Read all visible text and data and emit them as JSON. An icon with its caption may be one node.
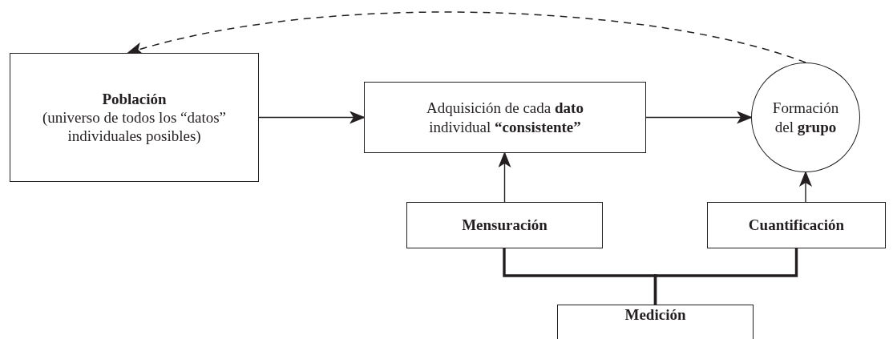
{
  "diagram": {
    "nodes": [
      {
        "text": [
          "Población",
          "(universo de todos los “datos” individuales posibles)"
        ]
      },
      {
        "text": [
          "Adquisición de cada **dato** individual **“consistente”**"
        ]
      },
      {
        "text": [
          "Formación del **grupo**"
        ]
      },
      {
        "text": [
          "Mensuración"
        ]
      },
      {
        "text": [
          "Cuantificación"
        ]
      },
      {
        "text": [
          "Medición"
        ]
      }
    ],
    "edges": [
      {
        "from": 0,
        "to": 1,
        "arrow": "to"
      },
      {
        "from": 1,
        "to": 2,
        "arrow": "to"
      },
      {
        "from": 3,
        "to": 1,
        "arrow": "to"
      },
      {
        "from": 4,
        "to": 2,
        "arrow": "to"
      },
      {
        "from": 5,
        "to": 3,
        "arrow": "none",
        "style": "thick"
      },
      {
        "from": 5,
        "to": 4,
        "arrow": "none",
        "style": "thick"
      },
      {
        "from": 2,
        "to": 0,
        "arrow": "to",
        "style": "dashed"
      }
    ]
  }
}
